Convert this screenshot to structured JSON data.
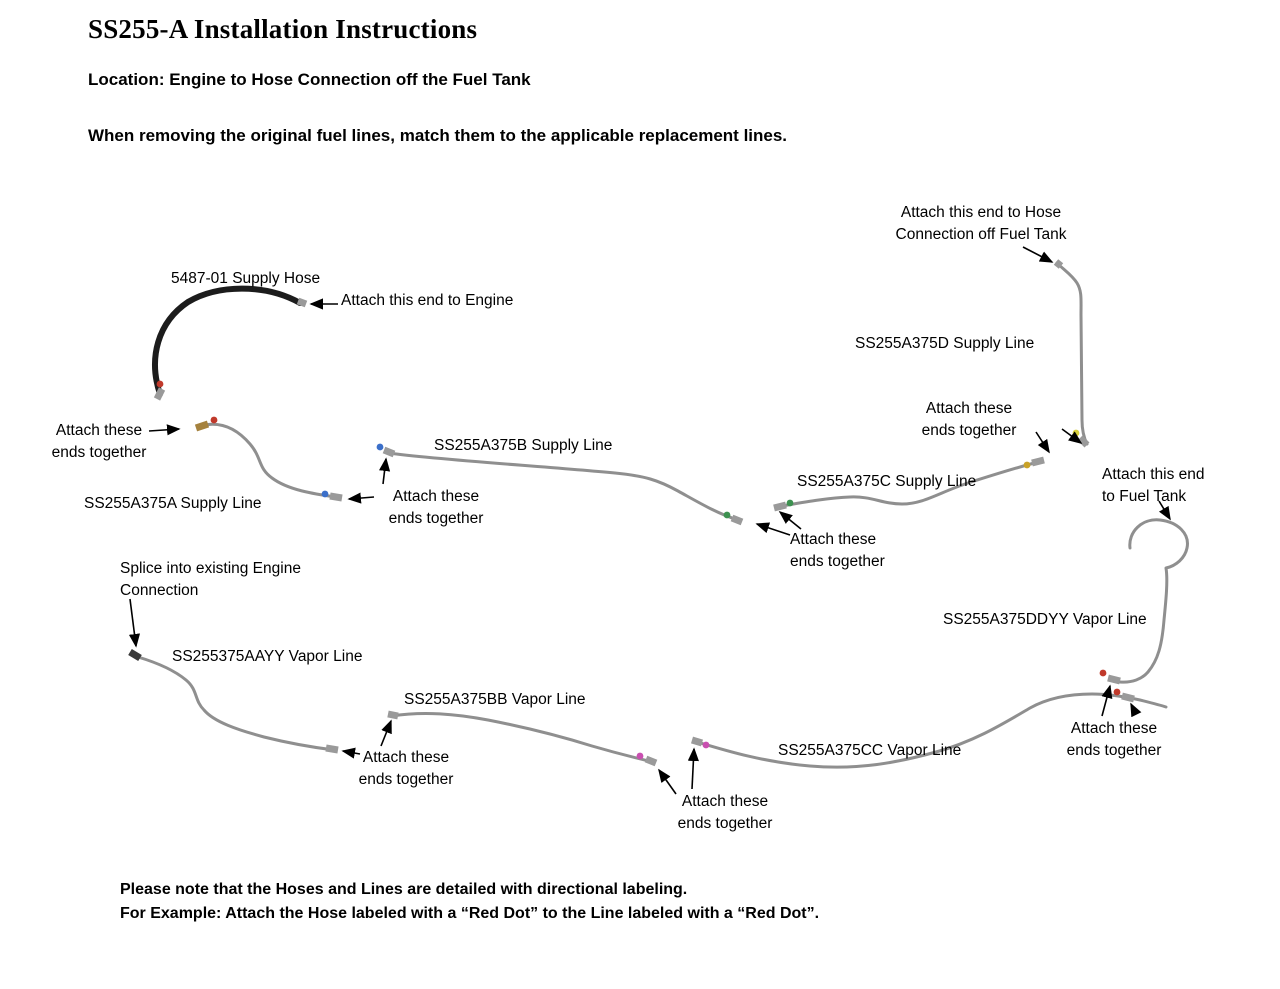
{
  "header": {
    "title": "SS255-A Installation Instructions",
    "location": "Location: Engine to Hose Connection off the Fuel Tank",
    "instruction": "When removing the original fuel lines, match them to the applicable replacement lines."
  },
  "diagram": {
    "labels": {
      "attach_hose_tank": "Attach this end to Hose\nConnection off Fuel Tank",
      "supply_hose": "5487-01 Supply Hose",
      "attach_engine": "Attach this end to Engine",
      "d_line": "SS255A375D Supply Line",
      "attach_left": "Attach these\nends together",
      "b_line": "SS255A375B Supply Line",
      "attach_cd": "Attach these\nends together",
      "c_line": "SS255A375C Supply Line",
      "attach_fuel_tank": "Attach this end\nto Fuel Tank",
      "a_line": "SS255A375A Supply Line",
      "attach_ab": "Attach these\nends together",
      "attach_bc": "Attach these\nends together",
      "splice": "Splice into existing Engine\nConnection",
      "ddyy_line": "SS255A375DDYY Vapor Line",
      "aayy_line": "SS255375AAYY Vapor Line",
      "bb_line": "SS255A375BB Vapor Line",
      "cc_line": "SS255A375CC Vapor Line",
      "attach_dd_cc": "Attach these\nends together",
      "attach_aayy_bb": "Attach these\nends together",
      "attach_bb_cc": "Attach these\nends together"
    }
  },
  "footer": {
    "note1": "Please note that the Hoses and Lines are detailed with directional labeling.",
    "note2": "For Example: Attach the Hose labeled with a “Red Dot” to the Line labeled with a “Red Dot”."
  },
  "colors": {
    "line_gray": "#8f8f8f",
    "hose_black": "#1c1c1c",
    "dot_red": "#c0392b",
    "dot_blue": "#3b6fc9",
    "dot_green": "#3d9150",
    "dot_gold": "#c9a227",
    "dot_yellow": "#d6cf3b",
    "dot_magenta": "#c94fb0",
    "ferrule_silver": "#9a9a9a",
    "ferrule_brass": "#a5823e",
    "ferrule_dark": "#3a3a3a"
  }
}
